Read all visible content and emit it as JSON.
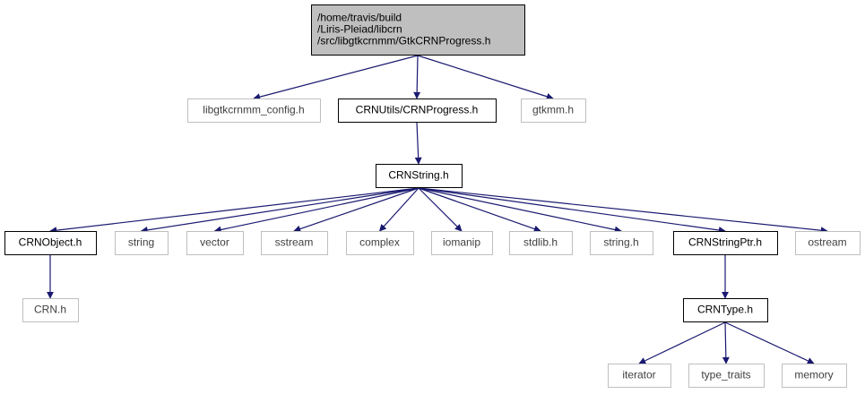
{
  "colors": {
    "edge": "#191970",
    "root_fill": "#bfbfbf",
    "node_border": "#000000",
    "external_border": "#bfbfbf",
    "external_text": "#404040",
    "text": "#000000"
  },
  "nodes": [
    {
      "id": "root",
      "kind": "root",
      "lines": [
        "/home/travis/build",
        "/Liris-Pleiad/libcrn",
        "/src/libgtkcrnmm/GtkCRNProgress.h"
      ]
    },
    {
      "id": "libgtkcrnmm_config",
      "kind": "external",
      "lines": [
        "libgtkcrnmm_config.h"
      ]
    },
    {
      "id": "crnprogress",
      "kind": "normal",
      "lines": [
        "CRNUtils/CRNProgress.h"
      ]
    },
    {
      "id": "gtkmm",
      "kind": "external",
      "lines": [
        "gtkmm.h"
      ]
    },
    {
      "id": "crnstring",
      "kind": "normal",
      "lines": [
        "CRNString.h"
      ]
    },
    {
      "id": "crnobject",
      "kind": "normal",
      "lines": [
        "CRNObject.h"
      ]
    },
    {
      "id": "string",
      "kind": "external",
      "lines": [
        "string"
      ]
    },
    {
      "id": "vector",
      "kind": "external",
      "lines": [
        "vector"
      ]
    },
    {
      "id": "sstream",
      "kind": "external",
      "lines": [
        "sstream"
      ]
    },
    {
      "id": "complex",
      "kind": "external",
      "lines": [
        "complex"
      ]
    },
    {
      "id": "iomanip",
      "kind": "external",
      "lines": [
        "iomanip"
      ]
    },
    {
      "id": "stdlib",
      "kind": "external",
      "lines": [
        "stdlib.h"
      ]
    },
    {
      "id": "string_h",
      "kind": "external",
      "lines": [
        "string.h"
      ]
    },
    {
      "id": "crnstringptr",
      "kind": "normal",
      "lines": [
        "CRNStringPtr.h"
      ]
    },
    {
      "id": "ostream",
      "kind": "external",
      "lines": [
        "ostream"
      ]
    },
    {
      "id": "crn",
      "kind": "external",
      "lines": [
        "CRN.h"
      ]
    },
    {
      "id": "crntype",
      "kind": "normal",
      "lines": [
        "CRNType.h"
      ]
    },
    {
      "id": "iterator",
      "kind": "external",
      "lines": [
        "iterator"
      ]
    },
    {
      "id": "type_traits",
      "kind": "external",
      "lines": [
        "type_traits"
      ]
    },
    {
      "id": "memory",
      "kind": "external",
      "lines": [
        "memory"
      ]
    }
  ],
  "edges": [
    [
      "root",
      "libgtkcrnmm_config"
    ],
    [
      "root",
      "crnprogress"
    ],
    [
      "root",
      "gtkmm"
    ],
    [
      "crnprogress",
      "crnstring"
    ],
    [
      "crnstring",
      "crnobject"
    ],
    [
      "crnstring",
      "string"
    ],
    [
      "crnstring",
      "vector"
    ],
    [
      "crnstring",
      "sstream"
    ],
    [
      "crnstring",
      "complex"
    ],
    [
      "crnstring",
      "iomanip"
    ],
    [
      "crnstring",
      "stdlib"
    ],
    [
      "crnstring",
      "string_h"
    ],
    [
      "crnstring",
      "crnstringptr"
    ],
    [
      "crnstring",
      "ostream"
    ],
    [
      "crnobject",
      "crn"
    ],
    [
      "crnstringptr",
      "crntype"
    ],
    [
      "crntype",
      "iterator"
    ],
    [
      "crntype",
      "type_traits"
    ],
    [
      "crntype",
      "memory"
    ]
  ]
}
